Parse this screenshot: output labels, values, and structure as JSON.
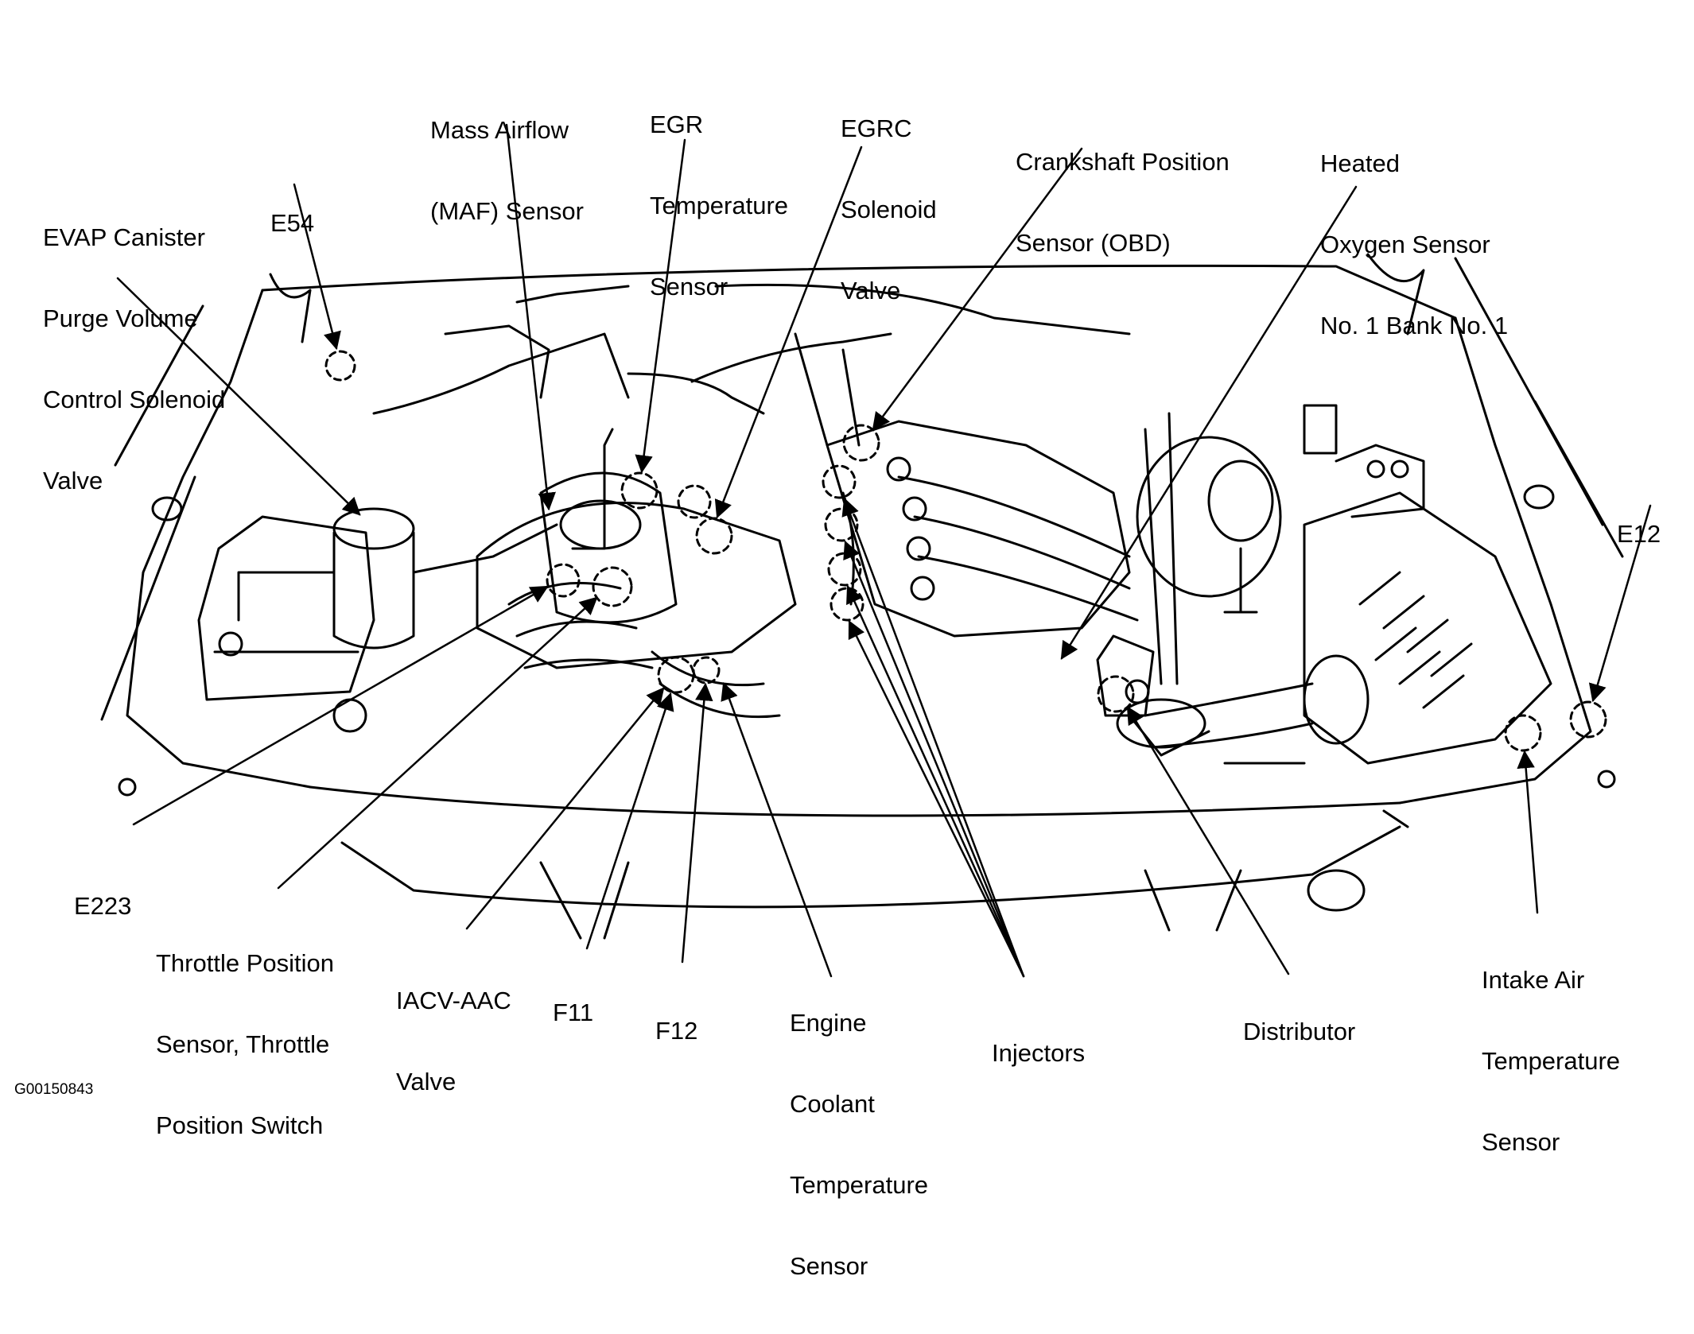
{
  "figure_id": "G00150843",
  "labels": {
    "evap": [
      "EVAP Canister",
      "Purge Volume",
      "Control Solenoid",
      "Valve"
    ],
    "e54": [
      "E54"
    ],
    "maf": [
      "Mass Airflow",
      "(MAF) Sensor"
    ],
    "egr_temp": [
      "EGR",
      "Temperature",
      "Sensor"
    ],
    "egrc": [
      "EGRC",
      "Solenoid",
      "Valve"
    ],
    "crank": [
      "Crankshaft Position",
      "Sensor (OBD)"
    ],
    "ho2s": [
      "Heated",
      "Oxygen Sensor",
      "No. 1 Bank No. 1"
    ],
    "e12": [
      "E12"
    ],
    "e223": [
      "E223"
    ],
    "tps": [
      "Throttle Position",
      "Sensor, Throttle",
      "Position Switch"
    ],
    "iacv": [
      "IACV-AAC",
      "Valve"
    ],
    "f11": [
      "F11"
    ],
    "f12": [
      "F12"
    ],
    "ect": [
      "Engine",
      "Coolant",
      "Temperature",
      "Sensor"
    ],
    "injectors": [
      "Injectors"
    ],
    "distributor": [
      "Distributor"
    ],
    "iat": [
      "Intake Air",
      "Temperature",
      "Sensor"
    ]
  },
  "style": {
    "ink": "#000000",
    "background": "#ffffff"
  }
}
